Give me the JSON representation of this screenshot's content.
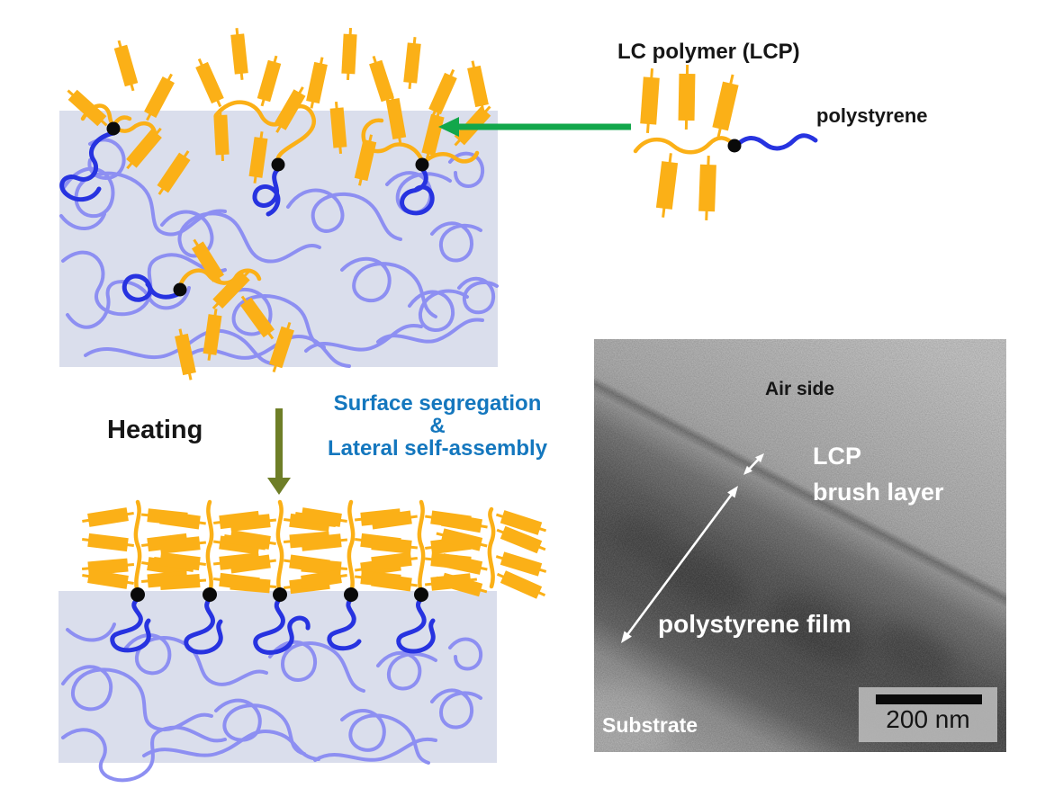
{
  "figure": {
    "legend": {
      "lcp_label": "LC polymer (LCP)",
      "polystyrene_label": "polystyrene"
    },
    "process": {
      "heating": "Heating",
      "line1": "Surface segregation",
      "line2": "&",
      "line3": "Lateral self-assembly"
    },
    "tem": {
      "air_side": "Air side",
      "lcp_line1": "LCP",
      "lcp_line2": "brush layer",
      "ps_film": "polystyrene film",
      "substrate": "Substrate",
      "scale_bar": "200 nm"
    }
  },
  "colors": {
    "orange": "#FBB017",
    "box_bg": "#DADEEC",
    "chain_light": "#8D8FF2",
    "chain_dark": "#2733E0",
    "green_arrow": "#12A74B",
    "olive_arrow": "#6E7E27",
    "blue_text": "#1477BE",
    "ink": "#0A0A0A"
  }
}
